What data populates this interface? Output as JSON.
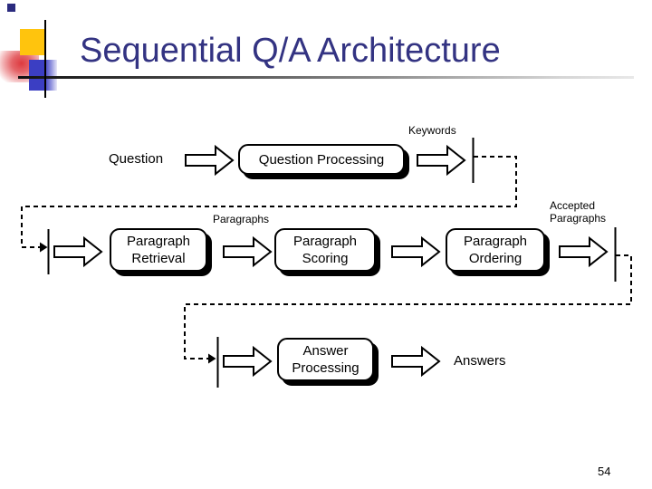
{
  "slide": {
    "title": "Sequential Q/A Architecture",
    "page_number": "54"
  },
  "diagram": {
    "question_label": "Question",
    "keywords_label": "Keywords",
    "paragraphs_label": "Paragraphs",
    "accepted_paragraphs_line1": "Accepted",
    "accepted_paragraphs_line2": "Paragraphs",
    "answers_label": "Answers",
    "boxes": [
      {
        "label": "Question Processing"
      },
      {
        "label": "Paragraph Retrieval"
      },
      {
        "label": "Paragraph Scoring"
      },
      {
        "label": "Paragraph Ordering"
      },
      {
        "label": "Answer Processing"
      }
    ]
  },
  "colors": {
    "title_text": "#333382",
    "accent_yellow": "#FFC40D",
    "accent_blue": "#3B3EC3",
    "accent_red": "#DD3A3F",
    "accent_navy": "#2B2B7E",
    "diagram_line": "#000000",
    "box_fill": "#FFFFFF",
    "box_shadow": "#000000"
  }
}
